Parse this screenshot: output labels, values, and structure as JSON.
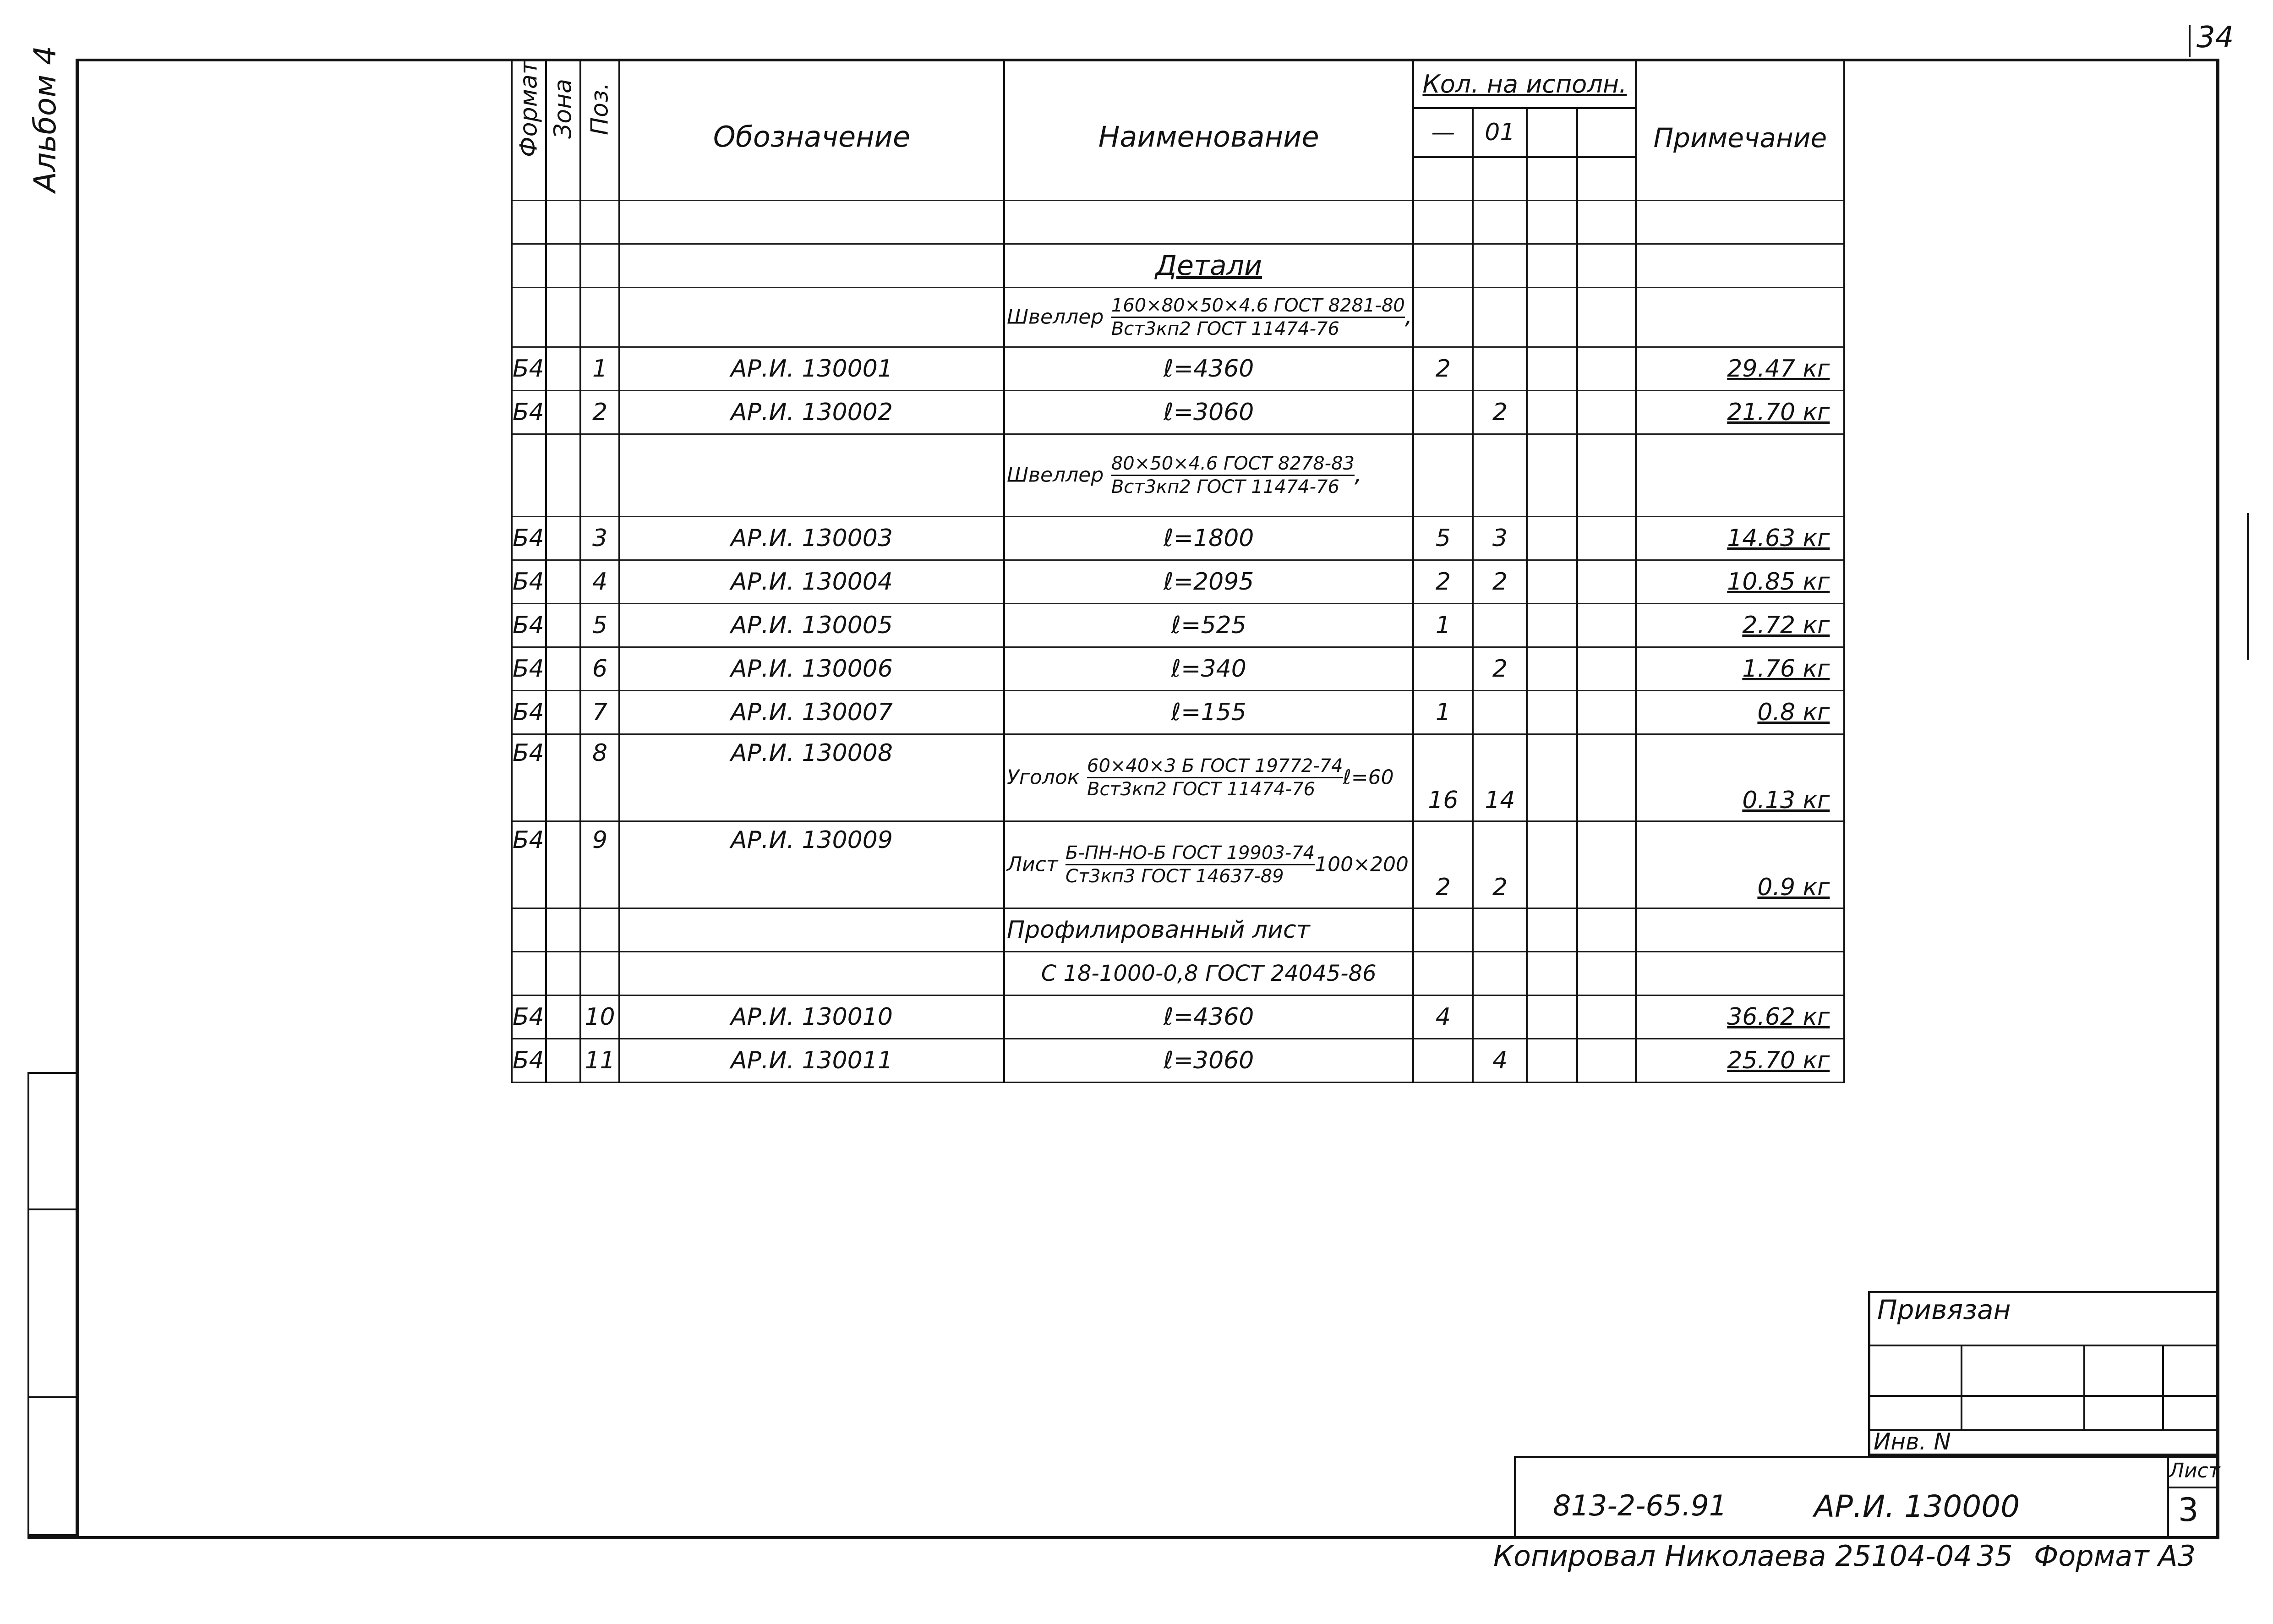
{
  "sheet_corner_number": "34",
  "album_label": "Альбом 4",
  "headers": {
    "format": "Формат",
    "zone": "Зона",
    "pos": "Поз.",
    "designation": "Обозначение",
    "name": "Наименование",
    "qty_group": "Кол. на исполн.",
    "qty_col1": "—",
    "qty_col2": "01",
    "note": "Примечание"
  },
  "section_title": "Детали",
  "groups": {
    "channel1": {
      "prefix": "Швеллер",
      "top": "160×80×50×4.6 ГОСТ 8281-80",
      "bottom": "Вст3кп2 ГОСТ 11474-76",
      "suffix": ","
    },
    "channel2": {
      "prefix": "Швеллер",
      "top": "80×50×4.6 ГОСТ 8278-83",
      "bottom": "Вст3кп2 ГОСТ 11474-76",
      "suffix": ","
    },
    "angle": {
      "prefix": "Уголок",
      "top": "60×40×3 Б ГОСТ 19772-74",
      "bottom": "Вст3кп2 ГОСТ 11474-76",
      "suffix": "ℓ=60"
    },
    "sheet": {
      "prefix": "Лист",
      "top": "Б-ПН-НО-Б ГОСТ 19903-74",
      "bottom": "Ст3кп3 ГОСТ 14637-89",
      "suffix": "100×200"
    },
    "profiled_line1": "Профилированный лист",
    "profiled_line2": "С 18-1000-0,8 ГОСТ 24045-86"
  },
  "rows": [
    {
      "format": "Б4",
      "pos": "1",
      "designation": "АР.И. 130001",
      "name": "ℓ=4360",
      "q1": "2",
      "q2": "",
      "note": "29.47 кг"
    },
    {
      "format": "Б4",
      "pos": "2",
      "designation": "АР.И. 130002",
      "name": "ℓ=3060",
      "q1": "",
      "q2": "2",
      "note": "21.70 кг"
    },
    {
      "format": "Б4",
      "pos": "3",
      "designation": "АР.И. 130003",
      "name": "ℓ=1800",
      "q1": "5",
      "q2": "3",
      "note": "14.63 кг"
    },
    {
      "format": "Б4",
      "pos": "4",
      "designation": "АР.И. 130004",
      "name": "ℓ=2095",
      "q1": "2",
      "q2": "2",
      "note": "10.85 кг"
    },
    {
      "format": "Б4",
      "pos": "5",
      "designation": "АР.И. 130005",
      "name": "ℓ=525",
      "q1": "1",
      "q2": "",
      "note": "2.72 кг"
    },
    {
      "format": "Б4",
      "pos": "6",
      "designation": "АР.И. 130006",
      "name": "ℓ=340",
      "q1": "",
      "q2": "2",
      "note": "1.76 кг"
    },
    {
      "format": "Б4",
      "pos": "7",
      "designation": "АР.И. 130007",
      "name": "ℓ=155",
      "q1": "1",
      "q2": "",
      "note": "0.8 кг"
    },
    {
      "format": "Б4",
      "pos": "8",
      "designation": "АР.И. 130008",
      "name": "",
      "q1": "16",
      "q2": "14",
      "note": "0.13 кг"
    },
    {
      "format": "Б4",
      "pos": "9",
      "designation": "АР.И. 130009",
      "name": "",
      "q1": "2",
      "q2": "2",
      "note": "0.9 кг"
    },
    {
      "format": "Б4",
      "pos": "10",
      "designation": "АР.И. 130010",
      "name": "ℓ=4360",
      "q1": "4",
      "q2": "",
      "note": "36.62 кг"
    },
    {
      "format": "Б4",
      "pos": "11",
      "designation": "АР.И. 130011",
      "name": "ℓ=3060",
      "q1": "",
      "q2": "4",
      "note": "25.70 кг"
    }
  ],
  "title_block": {
    "bound_label": "Привязан",
    "inv_label": "Инв. N",
    "doc_code": "813-2-65.91",
    "doc_designation": "АР.И. 130000",
    "sheet_label": "Лист",
    "sheet_number": "3"
  },
  "footer": {
    "copied_by": "Копировал Николаева 25104-04",
    "page_num": "35",
    "format": "Формат А3"
  }
}
